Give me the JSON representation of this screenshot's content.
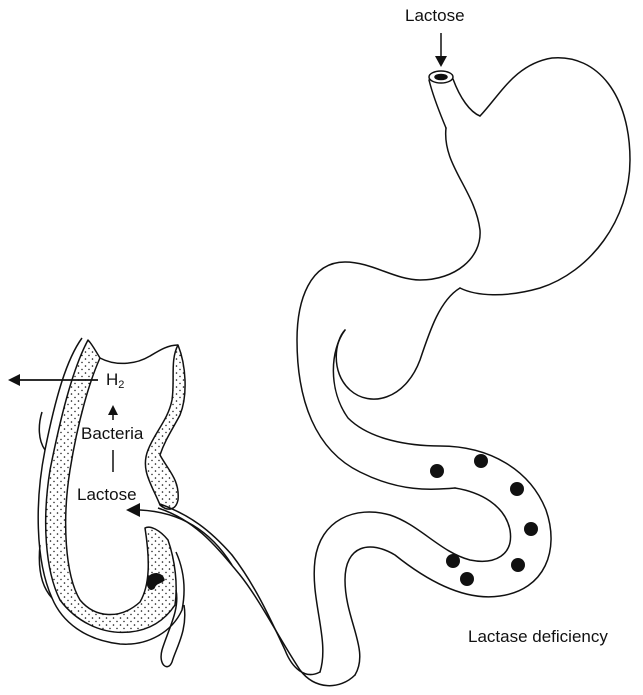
{
  "labels": {
    "lactose_top": "Lactose",
    "h2_main": "H",
    "h2_sub": "2",
    "bacteria": "Bacteria",
    "lactose_colon": "Lactose",
    "lactase_deficiency": "Lactase deficiency"
  },
  "icons": {
    "arrow_in": "down-arrow-icon",
    "arrow_out": "left-arrow-icon"
  },
  "colors": {
    "ink": "#111111",
    "background": "#ffffff"
  }
}
